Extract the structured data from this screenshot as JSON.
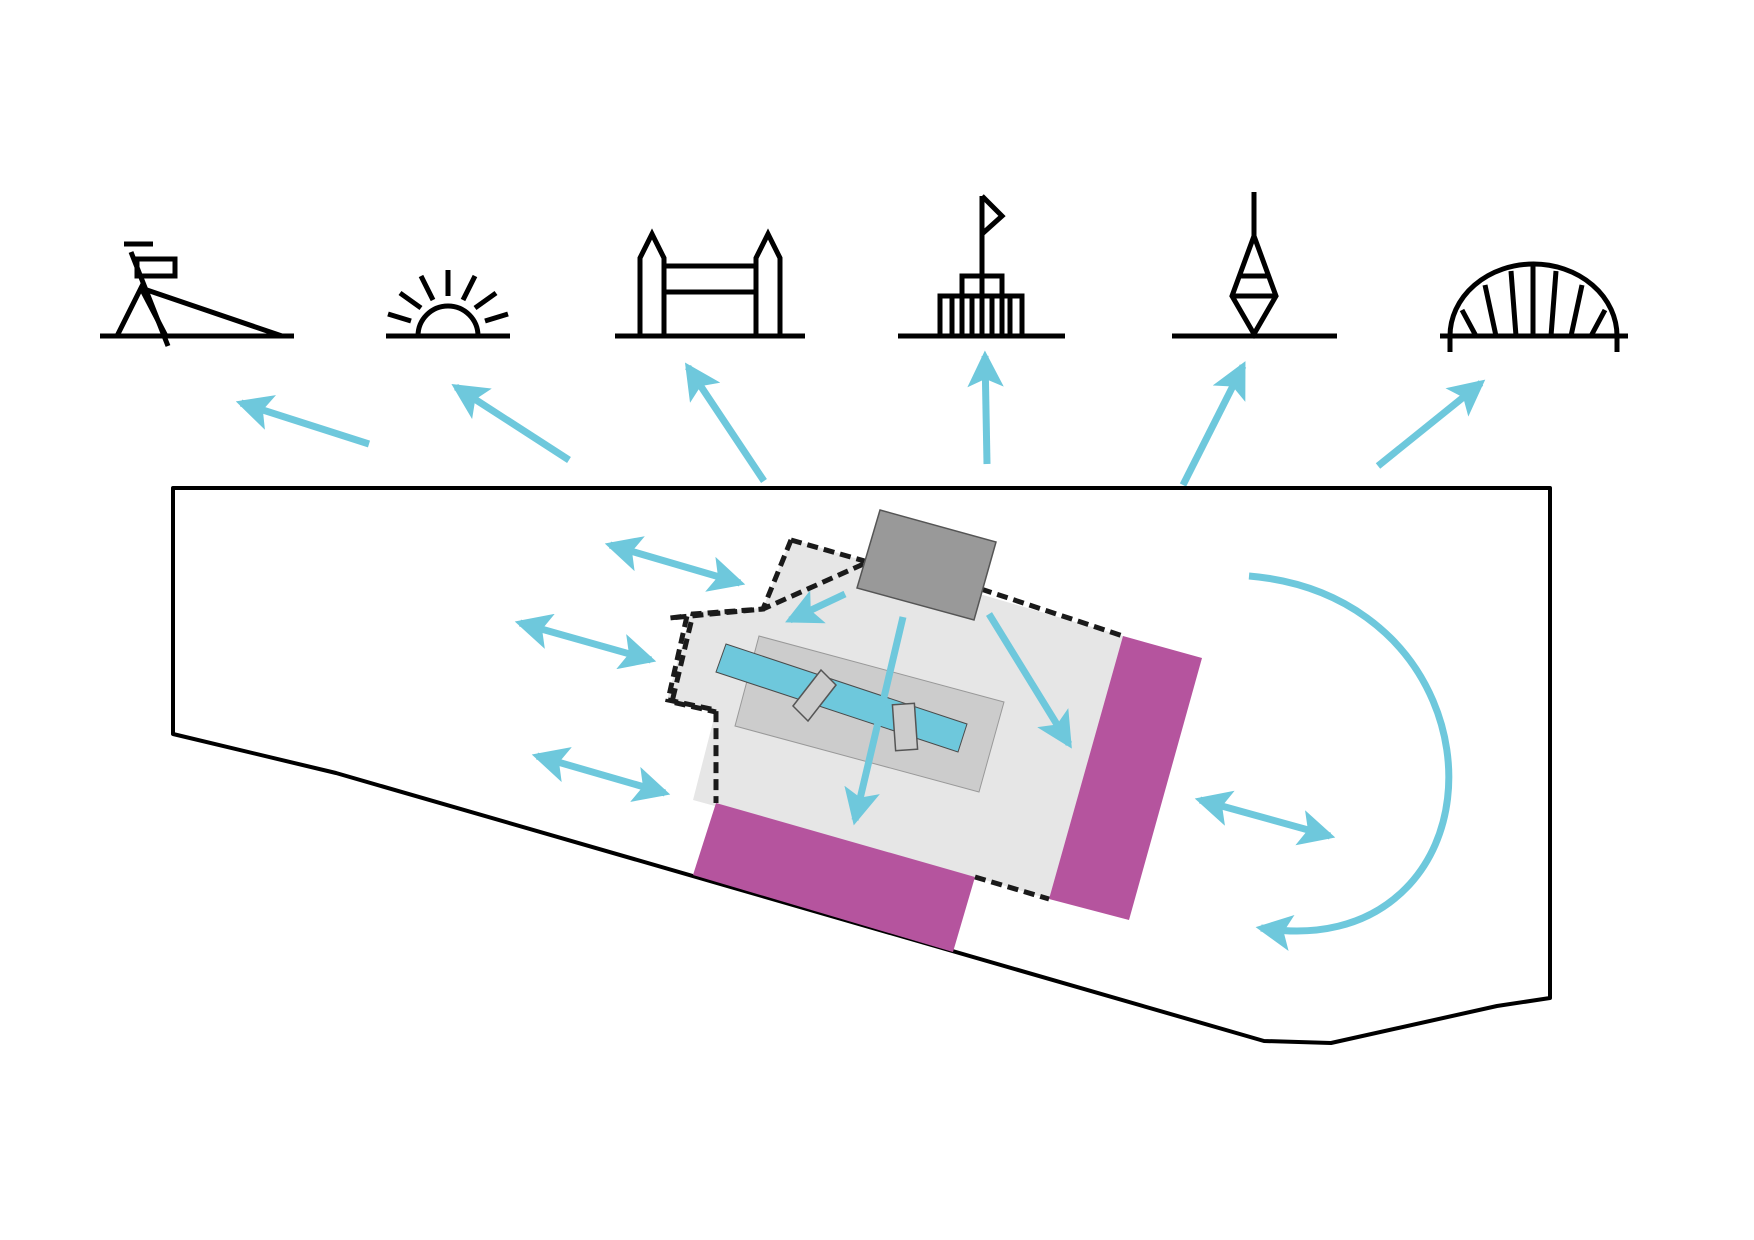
{
  "colors": {
    "background": "#ffffff",
    "outline": "#000000",
    "arrow": "#6ec8dc",
    "building_accent": "#b5549e",
    "courtyard": "#e6e6e6",
    "platform": "#cccccc",
    "pool": "#6ec8dc",
    "service_block": "#999999"
  },
  "landmark_icons": [
    {
      "name": "lifeguard-tower-icon"
    },
    {
      "name": "sunset-icon"
    },
    {
      "name": "fortress-icon"
    },
    {
      "name": "flag-monument-icon"
    },
    {
      "name": "tower-icon"
    },
    {
      "name": "arch-bridge-icon"
    }
  ],
  "view_arrows_count": 6,
  "circulation_arrows_count": 4,
  "internal_arrows_count": 3
}
